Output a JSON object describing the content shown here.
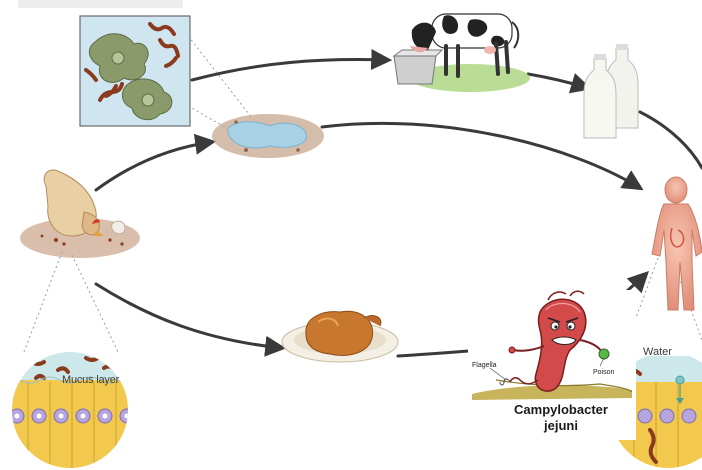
{
  "labels": {
    "mucus_layer": "Mucus layer",
    "water": "Water",
    "flagella": "Flagella",
    "poison": "Poison",
    "bacterium_name_line1": "Campylobacter",
    "bacterium_name_line2": "jejuni"
  },
  "colors": {
    "arrow": "#3a3a3a",
    "cell_yellow": "#f2c94c",
    "nucleus": "#8e7cc3",
    "bacterium": "#c0392b",
    "amoeba": "#8a9a6a"
  }
}
